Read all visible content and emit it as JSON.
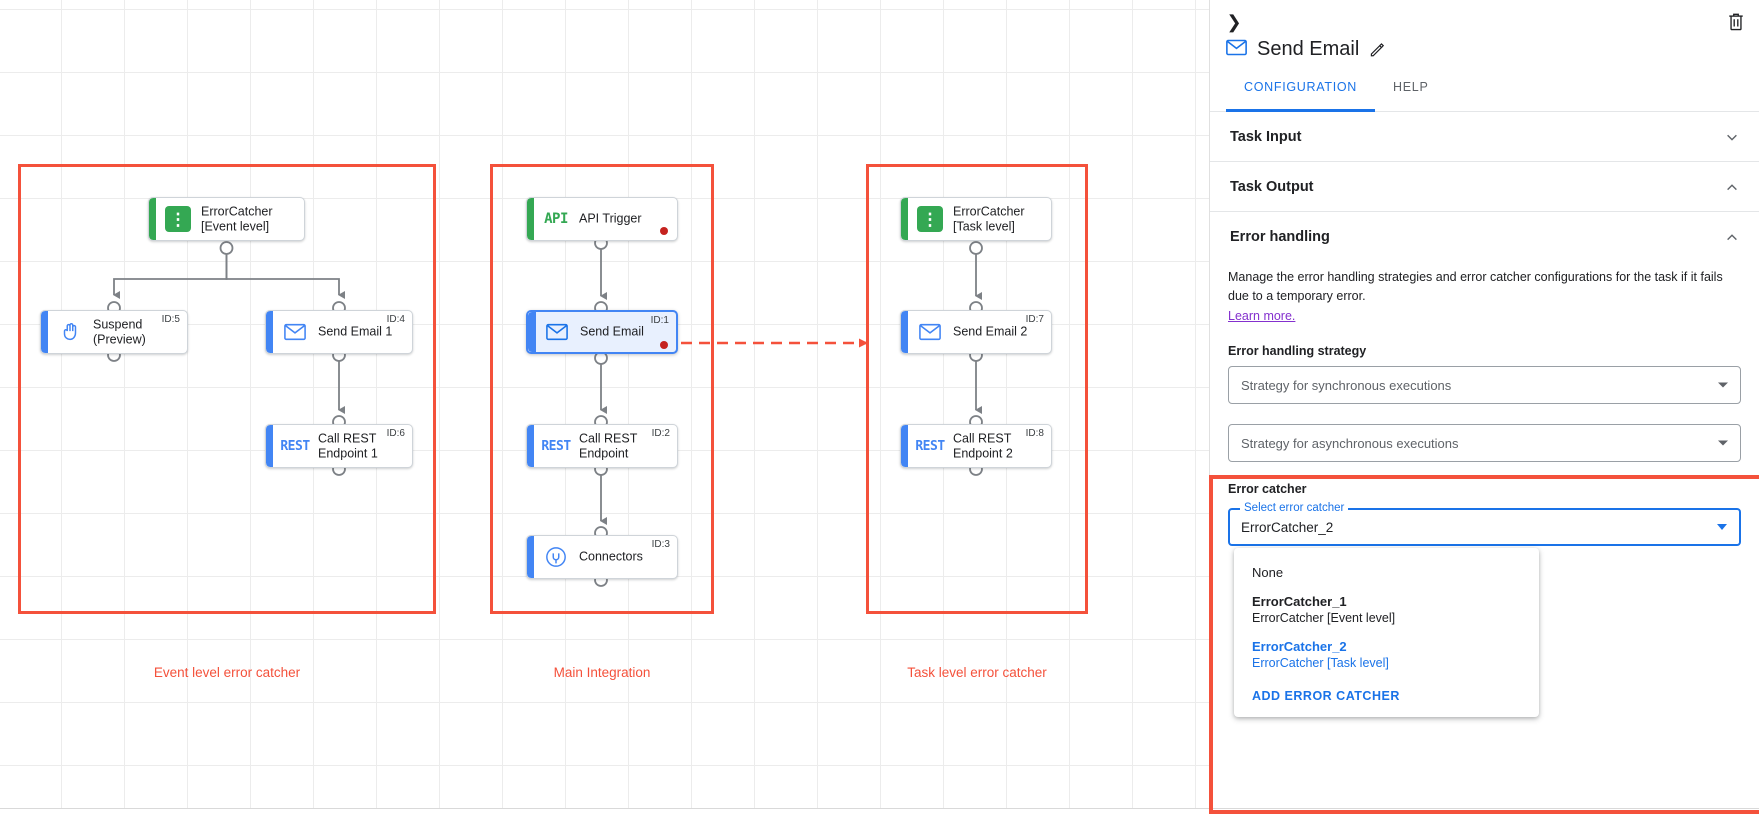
{
  "canvas": {
    "groups": [
      {
        "id": "event-level",
        "label": "Event level error catcher"
      },
      {
        "id": "main-integration",
        "label": "Main Integration"
      },
      {
        "id": "task-level",
        "label": "Task level error catcher"
      }
    ],
    "nodes": [
      {
        "key": "errorcatcher-event",
        "title": "ErrorCatcher\n[Event level]",
        "icon": "error-catcher-icon",
        "id_label": "",
        "accent": "green",
        "selected": false
      },
      {
        "key": "suspend",
        "title": "Suspend\n(Preview)",
        "icon": "hand-icon",
        "id_label": "ID:5",
        "accent": "blue",
        "selected": false
      },
      {
        "key": "send-email-1",
        "title": "Send Email 1",
        "icon": "envelope-icon",
        "id_label": "ID:4",
        "accent": "blue",
        "selected": false
      },
      {
        "key": "call-rest-1",
        "title": "Call REST\nEndpoint 1",
        "icon": "rest-icon",
        "id_label": "ID:6",
        "accent": "blue",
        "selected": false
      },
      {
        "key": "api-trigger",
        "title": "API Trigger",
        "icon": "api-icon",
        "id_label": "",
        "accent": "green",
        "selected": false
      },
      {
        "key": "send-email",
        "title": "Send Email",
        "icon": "envelope-icon",
        "id_label": "ID:1",
        "accent": "blue",
        "selected": true
      },
      {
        "key": "call-rest",
        "title": "Call REST\nEndpoint",
        "icon": "rest-icon",
        "id_label": "ID:2",
        "accent": "blue",
        "selected": false
      },
      {
        "key": "connectors",
        "title": "Connectors",
        "icon": "connectors-icon",
        "id_label": "ID:3",
        "accent": "blue",
        "selected": false
      },
      {
        "key": "errorcatcher-task",
        "title": "ErrorCatcher\n[Task level]",
        "icon": "error-catcher-icon",
        "id_label": "",
        "accent": "green",
        "selected": false
      },
      {
        "key": "send-email-2",
        "title": "Send Email 2",
        "icon": "envelope-icon",
        "id_label": "ID:7",
        "accent": "blue",
        "selected": false
      },
      {
        "key": "call-rest-2",
        "title": "Call REST\nEndpoint 2",
        "icon": "rest-icon",
        "id_label": "ID:8",
        "accent": "blue",
        "selected": false
      }
    ],
    "colors": {
      "group_border": "#f4513b",
      "green_accent": "#34a853",
      "blue_accent": "#4285f4",
      "error_dot": "#c5221f"
    }
  },
  "panel": {
    "back_icon": "chevron-right-icon",
    "delete_icon": "trash-icon",
    "title": "Send Email",
    "title_icon": "envelope-icon",
    "edit_icon": "pencil-icon",
    "tabs": [
      {
        "label": "CONFIGURATION",
        "active": true
      },
      {
        "label": "HELP",
        "active": false
      }
    ],
    "sections": [
      {
        "key": "task-input",
        "title": "Task Input",
        "state": "collapsed"
      },
      {
        "key": "task-output",
        "title": "Task Output",
        "state": "expanded"
      },
      {
        "key": "error-handling",
        "title": "Error handling",
        "state": "expanded"
      }
    ],
    "error_handling": {
      "description": "Manage the error handling strategies and error catcher configurations for the task if it fails due to a temporary error.",
      "learn_more": "Learn more.",
      "strategy_label": "Error handling strategy",
      "sync_placeholder": "Strategy for synchronous executions",
      "async_placeholder": "Strategy for asynchronous executions",
      "error_catcher_label": "Error catcher",
      "select_float_label": "Select error catcher",
      "select_value": "ErrorCatcher_2",
      "options": [
        {
          "main": "None",
          "sub": "",
          "selected": false,
          "bold": false
        },
        {
          "main": "ErrorCatcher_1",
          "sub": "ErrorCatcher [Event level]",
          "selected": false,
          "bold": true
        },
        {
          "main": "ErrorCatcher_2",
          "sub": "ErrorCatcher [Task level]",
          "selected": true,
          "bold": true
        }
      ],
      "add_action": "ADD ERROR CATCHER"
    },
    "colors": {
      "accent": "#1a73e8",
      "link": "#8430ce",
      "highlight": "#f4513b"
    }
  }
}
